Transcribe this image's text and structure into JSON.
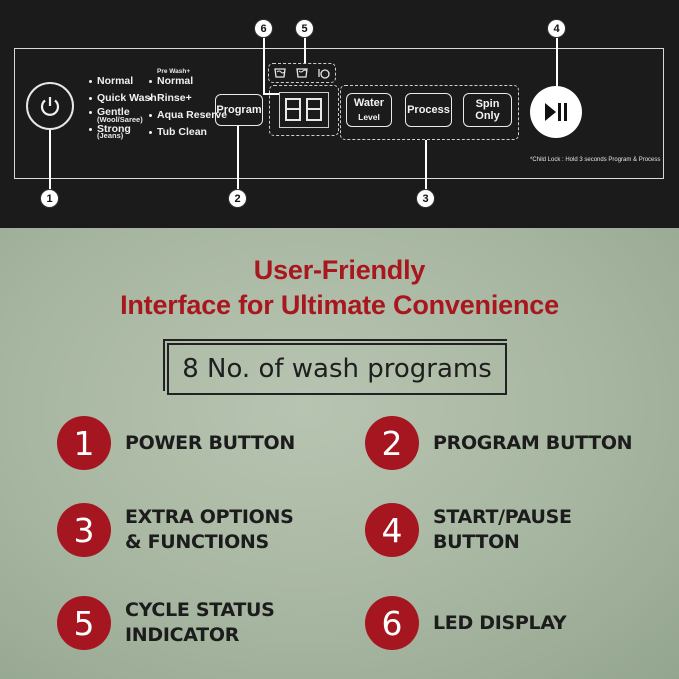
{
  "panel": {
    "programs_left": [
      "Normal",
      "Quick Wash",
      "Gentle",
      "Strong"
    ],
    "gentle_sub": "(Wool/Saree)",
    "strong_sub": "(Jeans)",
    "prewash_label": "Pre Wash+",
    "programs_right": [
      "Normal",
      "Rinse+",
      "Aqua Reserve",
      "Tub Clean"
    ],
    "program_button": "Program",
    "display_digits": "88",
    "water_button": "Water",
    "water_sub": "Level",
    "process_button": "Process",
    "spin_button": "Spin Only",
    "child_lock_note": "*Child Lock : Hold 3 seconds Program & Process",
    "callouts": [
      "1",
      "2",
      "3",
      "4",
      "5",
      "6"
    ]
  },
  "headline": {
    "line1": "User-Friendly",
    "line2": "Interface for Ultimate Convenience"
  },
  "programs_box": "8 No. of wash programs",
  "features": [
    {
      "num": "1",
      "label": "POWER BUTTON"
    },
    {
      "num": "2",
      "label": "PROGRAM BUTTON"
    },
    {
      "num": "3",
      "label": "EXTRA OPTIONS\n& FUNCTIONS"
    },
    {
      "num": "4",
      "label": "START/PAUSE\nBUTTON"
    },
    {
      "num": "5",
      "label": "CYCLE STATUS\nINDICATOR"
    },
    {
      "num": "6",
      "label": "LED DISPLAY"
    }
  ],
  "colors": {
    "accent": "#a61620",
    "panel_bg": "#1b1b1b"
  }
}
